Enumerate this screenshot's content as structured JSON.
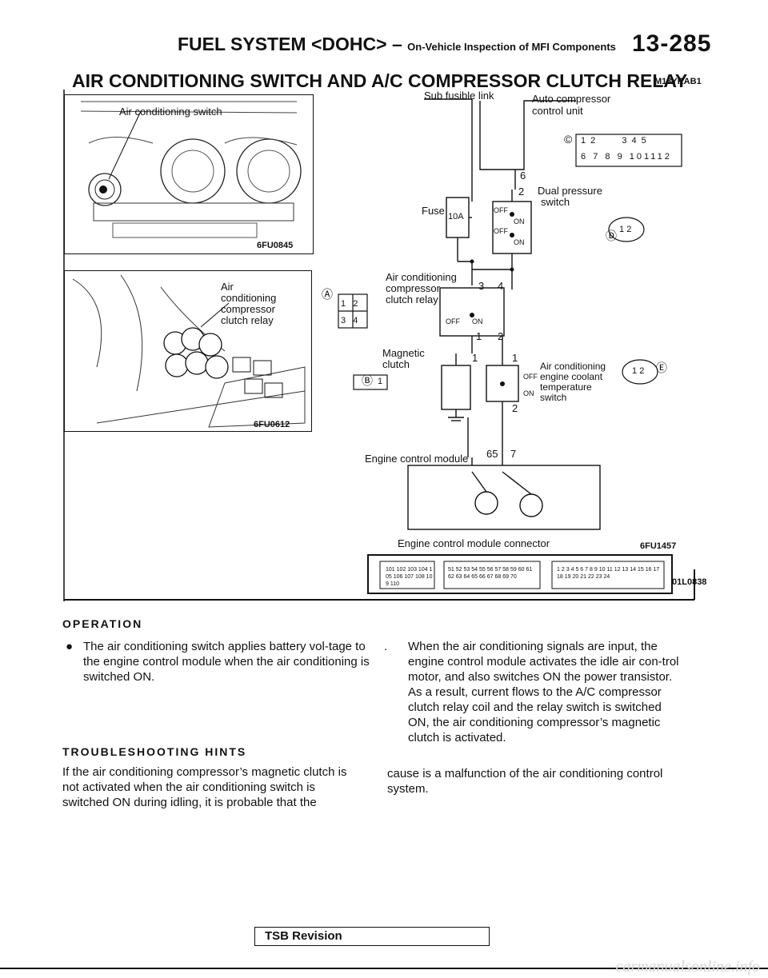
{
  "header": {
    "section": "FUEL SYSTEM <DOHC>",
    "dash": "–",
    "subsection": "On-Vehicle Inspection of MFI Components",
    "page": "13-285"
  },
  "title": "AIR CONDITIONING SWITCH AND A/C COMPRESSOR CLUTCH RELAY",
  "title_code": "M13YRAB1",
  "figure1": {
    "label": "Air conditioning switch",
    "code": "6FU0845"
  },
  "figure2": {
    "label_l1": "Air",
    "label_l2": "conditioning",
    "label_l3": "compressor",
    "label_l4": "clutch relay",
    "code": "6FU0612"
  },
  "diagram": {
    "sub_fusible_link": "Sub fusible link",
    "auto_comp_l1": "Auto compressor",
    "auto_comp_l2": "control unit",
    "conn_c": "©",
    "conn_c_top": [
      "1",
      "2",
      "3",
      "4",
      "5"
    ],
    "conn_c_bottom": [
      "6",
      "7",
      "8",
      "9",
      "10",
      "11",
      "12"
    ],
    "pin6": "6",
    "pin2_dual": "2",
    "dual_pressure_l1": "Dual pressure",
    "dual_pressure_l2": "switch",
    "fuse": "Fuse",
    "fuse_rating": "10A",
    "off": "OFF",
    "on": "ON",
    "conn_d": "Ⓓ",
    "conn_d_pins": [
      "1",
      "2"
    ],
    "relay_l1": "Air conditioning",
    "relay_l2": "compressor",
    "relay_l3": "clutch relay",
    "relay_pin3": "3",
    "relay_pin4": "4",
    "relay_pin1": "1",
    "relay_pin2": "2",
    "conn_a": "Ⓐ",
    "conn_a_pins": [
      "1",
      "2",
      "3",
      "4"
    ],
    "magnetic_l1": "Magnetic",
    "magnetic_l2": "clutch",
    "conn_b": "Ⓑ",
    "conn_b_pin": "1",
    "clutch_pin1": "1",
    "temp_pin1": "1",
    "temp_pin2": "2",
    "temp_l1": "Air conditioning",
    "temp_l2": "engine coolant",
    "temp_l3": "temperature",
    "temp_l4": "switch",
    "conn_e": "Ⓔ",
    "conn_e_pins": [
      "1",
      "2"
    ],
    "ecm": "Engine control module",
    "ecm_pin65": "65",
    "ecm_pin7": "7",
    "ecm_connector": "Engine control module connector",
    "code_6fu1457": "6FU1457",
    "code_01l0838": "01L0838",
    "ecm_pins_a": [
      "101",
      "102",
      "103",
      "104",
      "105",
      "106",
      "107",
      "108",
      "109",
      "110"
    ],
    "ecm_pins_b": [
      "51",
      "52",
      "53",
      "54",
      "55",
      "56",
      "57",
      "58",
      "59",
      "60",
      "61",
      "62",
      "63",
      "64",
      "65",
      "66",
      "67",
      "68",
      "69",
      "70"
    ],
    "ecm_pins_c": [
      "1",
      "2",
      "3",
      "4",
      "5",
      "6",
      "7",
      "8",
      "9",
      "10",
      "11",
      "12",
      "13",
      "14",
      "15",
      "16",
      "17",
      "18",
      "19",
      "20",
      "21",
      "22",
      "23",
      "24"
    ]
  },
  "operation": {
    "heading": "OPERATION",
    "bullet1": "The air conditioning switch applies battery vol-tage to the engine control module when the air conditioning is switched ON.",
    "bullet2_mark": ".",
    "bullet2": "When the air conditioning signals are input, the engine control module activates the idle air con-trol motor, and also switches ON the power transistor. As a result, current flows to the A/C compressor clutch relay coil and the relay switch is switched ON, the air conditioning compressor’s magnetic clutch is activated."
  },
  "troubleshooting": {
    "heading": "TROUBLESHOOTING HINTS",
    "text_left": "If the air conditioning compressor’s magnetic clutch is not activated when the air conditioning switch is switched ON during idling, it is probable that the",
    "text_right": "cause is a malfunction of the air conditioning control system."
  },
  "footer": {
    "tsb": "TSB Revision",
    "watermark": "carmanualsonline.info"
  }
}
